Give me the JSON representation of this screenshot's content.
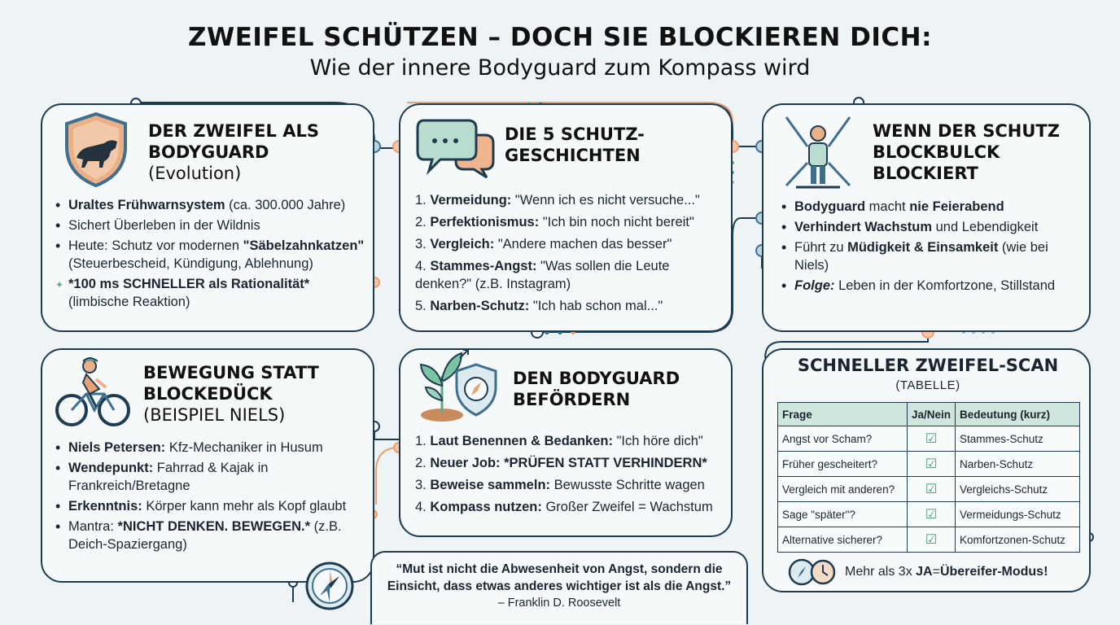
{
  "header": {
    "title": "ZWEIFEL SCHÜTZEN – DOCH SIE BLOCKIEREN DICH:",
    "subtitle": "Wie der innere Bodyguard zum Kompass wird"
  },
  "panel1": {
    "title_line1": "DER ZWEIFEL ALS",
    "title_line2": "BODYGUARD",
    "title_sub": "(Evolution)",
    "items": [
      {
        "bold": "Uraltes Frühwarnsystem",
        "text": " (ca. 300.000 Jahre)"
      },
      {
        "bold": "",
        "text": "Sichert Überleben in der Wildnis"
      },
      {
        "bold": "",
        "text": "Heute: Schutz vor modernen ",
        "bold2": "\"Säbelzahnkatzen\"",
        "text2": " (Steuerbescheid, Kündigung, Ablehnung)"
      },
      {
        "bold": "*100 ms SCHNELLER als Rationalität*",
        "text": " (limbische Reaktion)"
      }
    ]
  },
  "panel2": {
    "title_line1": "DIE 5 SCHUTZ-",
    "title_line2": "GESCHICHTEN",
    "items": [
      {
        "num": "1.",
        "bold": "Vermeidung:",
        "text": " \"Wenn ich es nicht versuche...\""
      },
      {
        "num": "2.",
        "bold": "Perfektionismus:",
        "text": " \"Ich bin noch nicht bereit\""
      },
      {
        "num": "3.",
        "bold": "Vergleich:",
        "text": " \"Andere machen das besser\""
      },
      {
        "num": "4.",
        "bold": "Stammes-Angst:",
        "text": " \"Was sollen die Leute denken?\" (z.B. Instagram)"
      },
      {
        "num": "5.",
        "bold": "Narben-Schutz:",
        "text": " \"Ich hab schon mal...\""
      }
    ]
  },
  "panel3": {
    "title_line1": "WENN DER SCHUTZ",
    "title_line2": "BLOCKBULCK",
    "title_line3": "BLOCKIERT",
    "items": [
      {
        "bold": "Bodyguard",
        "text": " macht ",
        "bold2": "nie Feierabend",
        "text2": ""
      },
      {
        "bold": "Verhindert Wachstum",
        "text": " und Lebendigkeit",
        "bold2": "",
        "text2": ""
      },
      {
        "bold": "",
        "text": "Führt zu ",
        "bold2": "Müdigkeit & Einsamkeit",
        "text2": " (wie bei Niels)"
      },
      {
        "bold": "Folge:",
        "text": " Leben in der Komfortzone, Stillstand",
        "bold2": "",
        "text2": ""
      }
    ]
  },
  "panel4": {
    "title_line1": "BEWEGUNG STATT",
    "title_line2": "BLOCKEDÜCK",
    "title_sub": "(BEISPIEL NIELS)",
    "items": [
      {
        "bold": "Niels Petersen:",
        "text": " Kfz-Mechaniker in Husum"
      },
      {
        "bold": "Wendepunkt:",
        "text": " Fahrrad & Kajak in Frankreich/Bretagne"
      },
      {
        "bold": "Erkenntnis:",
        "text": " Körper kann mehr als Kopf glaubt"
      },
      {
        "bold": "*NICHT DENKEN. BEWEGEN.*",
        "prefix": "Mantra: ",
        "text": " (z.B. Deich-Spaziergang)"
      }
    ]
  },
  "panel5": {
    "title_line1": "DEN BODYGUARD",
    "title_line2": "BEFÖRDERN",
    "items": [
      {
        "num": "1.",
        "bold": "Laut Benennen & Bedanken:",
        "text": " \"Ich höre dich\""
      },
      {
        "num": "2.",
        "bold": "Neuer Job: *PRÜFEN STATT VERHINDERN*",
        "text": ""
      },
      {
        "num": "3.",
        "bold": "Beweise sammeln:",
        "text": " Bewusste Schritte wagen"
      },
      {
        "num": "4.",
        "bold": "Kompass nutzen:",
        "text": " Großer Zweifel = Wachstum"
      }
    ]
  },
  "scan": {
    "title": "SCHNELLER ZWEIFEL-SCAN",
    "subtitle": "(TABELLE)",
    "headers": [
      "Frage",
      "Ja/Nein",
      "Bedeutung (kurz)"
    ],
    "rows": [
      {
        "q": "Angst vor Scham?",
        "c": "☑",
        "m": "Stammes-Schutz"
      },
      {
        "q": "Früher gescheitert?",
        "c": "☑",
        "m": "Narben-Schutz"
      },
      {
        "q": "Vergleich mit anderen?",
        "c": "☑",
        "m": "Vergleichs-Schutz"
      },
      {
        "q": "Sage \"später\"?",
        "c": "☑",
        "m": "Vermeidungs-Schutz"
      },
      {
        "q": "Alternative sicherer?",
        "c": "☑",
        "m": "Komfortzonen-Schutz"
      }
    ],
    "footer_pre": "Mehr als 3x ",
    "footer_ja": "JA",
    "footer_mid": " = ",
    "footer_bold": "Übereifer-Modus!"
  },
  "quote": {
    "text": "“Mut ist nicht die Abwesenheit von Angst, sondern die Einsicht, dass etwas anderes wichtiger ist als die Angst.”",
    "author": "– Franklin D. Roosevelt"
  },
  "colors": {
    "border": "#1f3b4f",
    "accent_orange": "#e8a173",
    "accent_teal": "#5ea88f",
    "accent_blue": "#3e6f8e",
    "table_header": "#cfe6de"
  }
}
